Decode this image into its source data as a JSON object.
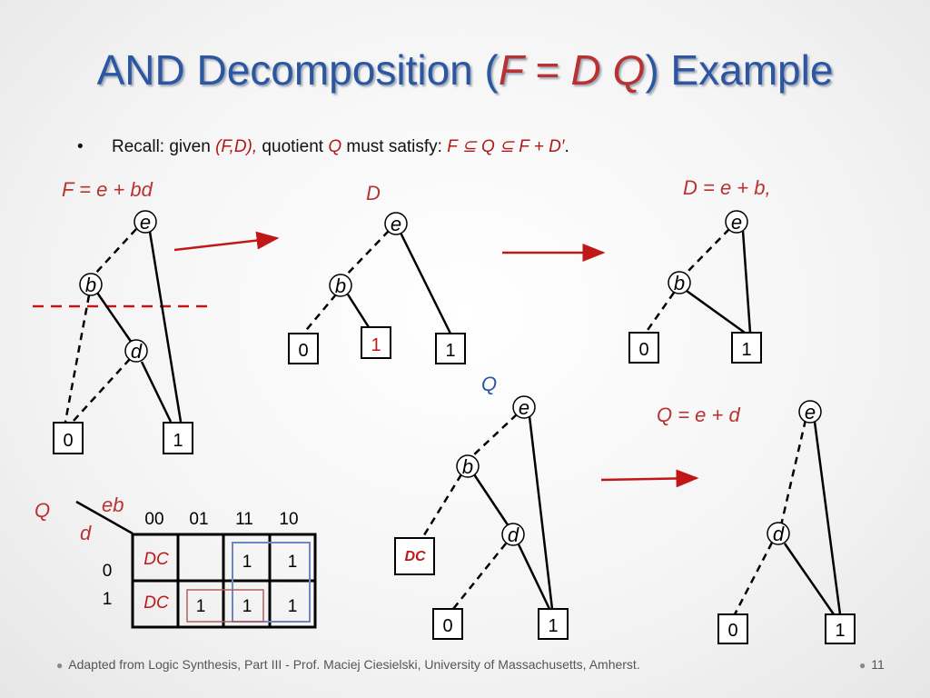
{
  "title": {
    "prefix": "AND Decomposition (",
    "formula": "F = D Q",
    "suffix": ") Example"
  },
  "bullet": {
    "symbol": "•",
    "t1": "Recall:  given ",
    "t2": "(F,D),",
    "t3": " quotient ",
    "t4": "Q",
    "t5": " must satisfy: ",
    "t6": "F ⊆ Q ⊆ F + D′",
    "t7": "."
  },
  "labels": {
    "f_eq": "F = e + bd",
    "d": "D",
    "d_eq": "D = e + b,",
    "q": "Q",
    "q_eq": "Q = e + d"
  },
  "nodes": {
    "e": "e",
    "b": "b",
    "d": "d",
    "zero": "0",
    "one": "1",
    "dc": "DC"
  },
  "kmap": {
    "corner_row_var": "Q",
    "col_vars": "eb",
    "row_vars": "d",
    "col_headers": [
      "00",
      "01",
      "11",
      "10"
    ],
    "row_headers": [
      "0",
      "1"
    ],
    "cells": [
      [
        "DC",
        "",
        "1",
        "1"
      ],
      [
        "DC",
        "1",
        "1",
        "1"
      ]
    ]
  },
  "footer": {
    "bullet": "●",
    "text": "Adapted from Logic Synthesis, Part III - Prof. Maciej Ciesielski, University of Massachusetts, Amherst.",
    "page": "11"
  }
}
